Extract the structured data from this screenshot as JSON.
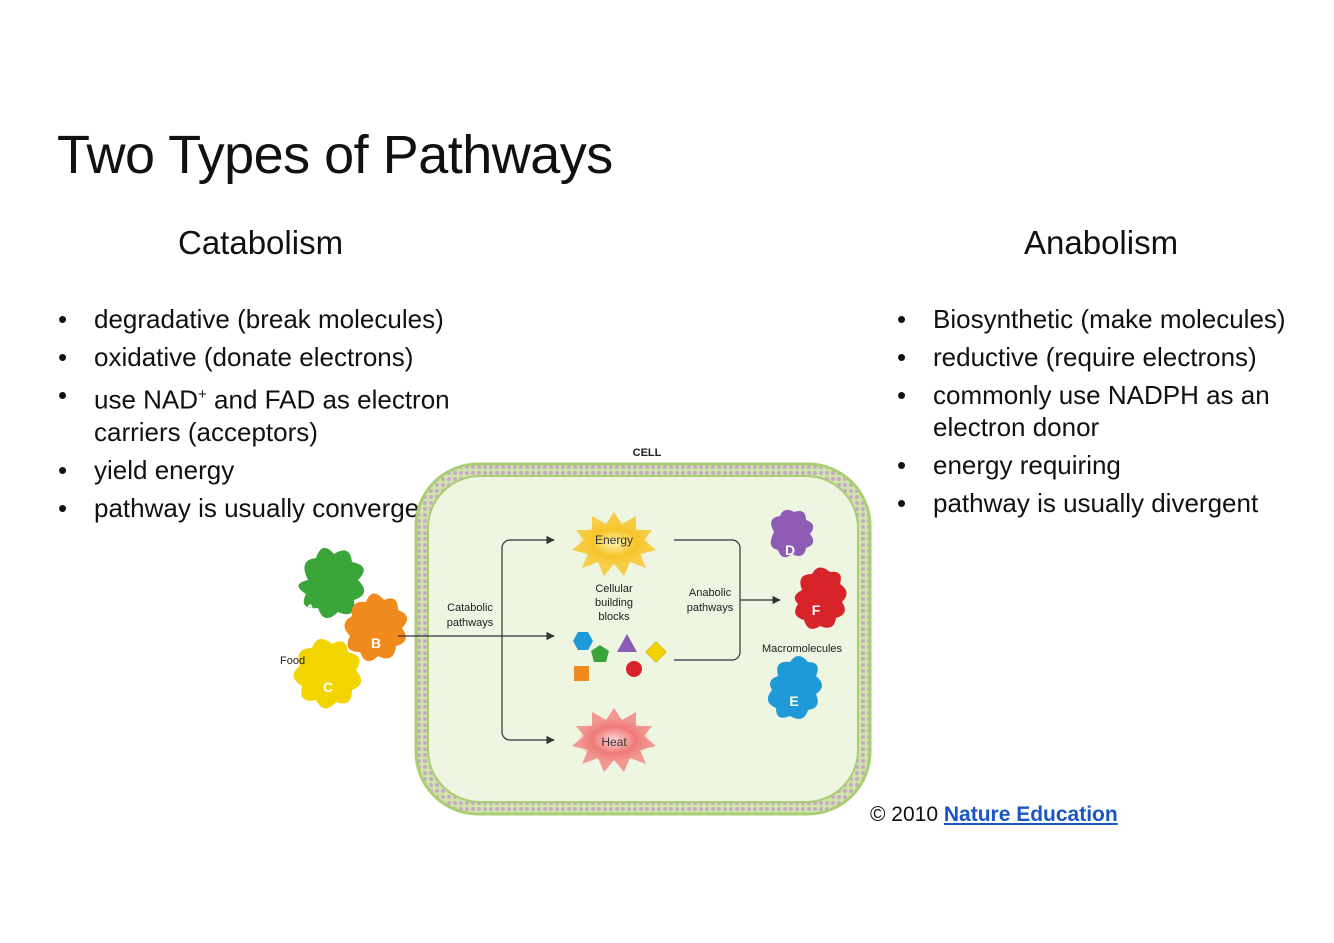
{
  "slide": {
    "title": "Two Types of Pathways"
  },
  "catabolism": {
    "heading": "Catabolism",
    "items": [
      "degradative (break molecules)",
      "oxidative (donate electrons)",
      "use NAD",
      "and FAD as electron",
      "carriers (acceptors)",
      "yield energy",
      "pathway is usually convergent"
    ],
    "superscript": "+"
  },
  "anabolism": {
    "heading": "Anabolism",
    "items": [
      "Biosynthetic (make molecules)",
      "reductive (require electrons)",
      "commonly use NADPH as an electron donor",
      "energy requiring",
      "pathway is usually divergent"
    ]
  },
  "diagram": {
    "cell_label": "CELL",
    "food_label": "Food",
    "food_letters": [
      "A",
      "B",
      "C"
    ],
    "catabolic_label": [
      "Catabolic",
      "pathways"
    ],
    "energy_label": "Energy",
    "heat_label": "Heat",
    "building_blocks_label": [
      "Cellular",
      "building",
      "blocks"
    ],
    "anabolic_label": [
      "Anabolic",
      "pathways"
    ],
    "macromolecules_label": "Macromolecules",
    "macro_letters": [
      "D",
      "F",
      "E"
    ],
    "colors": {
      "food_a": "#3aa63a",
      "food_b": "#f08a1c",
      "food_c": "#f2d400",
      "macro_d": "#8e5bb5",
      "macro_f": "#d8232a",
      "macro_e": "#1f9ad8",
      "cell_fill": "#eaf4d9",
      "membrane": "#b8d98a"
    }
  },
  "credit": {
    "prefix": "© 2010 ",
    "link_text": "Nature Education"
  }
}
